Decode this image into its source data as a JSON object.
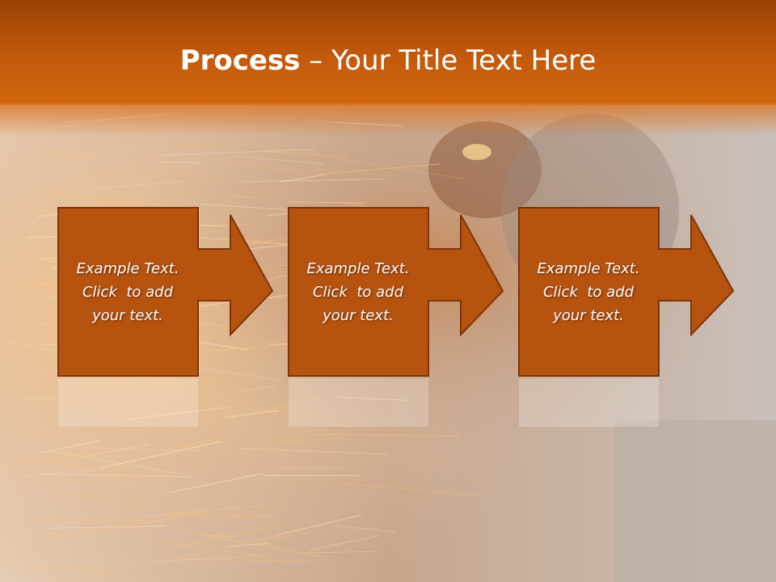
{
  "slide": {
    "title_bold": "Process",
    "title_rest": " – Your Title Text Here",
    "steps": [
      {
        "lines": [
          "Example Text.",
          "Click  to add",
          "your text."
        ]
      },
      {
        "lines": [
          "Example Text.",
          "Click  to add",
          "your text."
        ]
      },
      {
        "lines": [
          "Example Text.",
          "Click  to add",
          "your text."
        ]
      }
    ]
  },
  "colors": {
    "header_dark": "#9a4304",
    "header_light": "#d2670f",
    "step_fill": "#b5530f",
    "step_border": "#7e3507",
    "title_text": "#ffffff"
  }
}
